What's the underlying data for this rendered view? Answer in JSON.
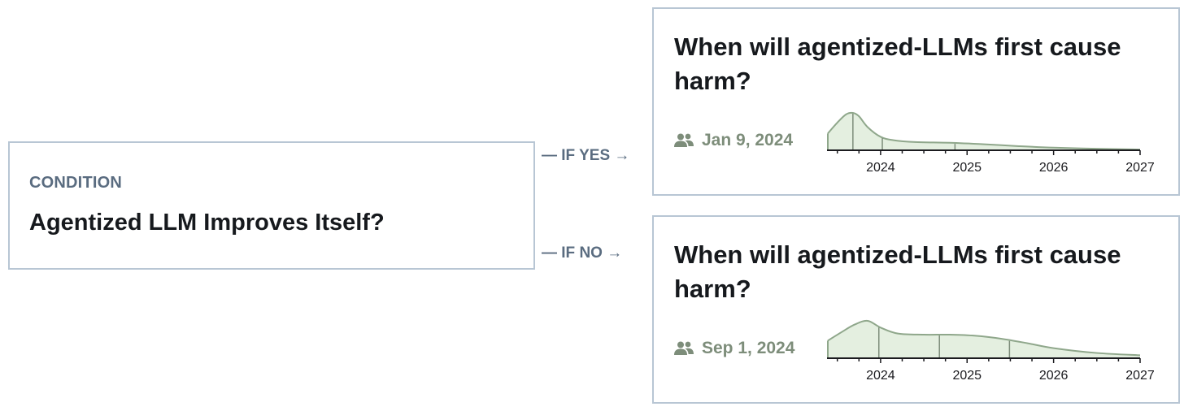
{
  "condition": {
    "label": "CONDITION",
    "title": "Agentized LLM Improves Itself?"
  },
  "branches": {
    "yes_label": "— IF YES →",
    "no_label": "— IF NO →"
  },
  "outcomes": [
    {
      "title": "When will agentized-LLMs first cause harm?",
      "forecast_icon": "people-icon",
      "forecast_value": "Jan 9, 2024",
      "chart_data": {
        "type": "area",
        "x_tick_labels": [
          "2024",
          "2025",
          "2026",
          "2027"
        ],
        "xlim": [
          2023.39,
          2027
        ],
        "x": [
          2023.39,
          2023.5,
          2023.6,
          2023.68,
          2023.75,
          2023.85,
          2024.0,
          2024.15,
          2024.4,
          2024.8,
          2025.2,
          2025.6,
          2026.0,
          2026.5,
          2027.0
        ],
        "density": [
          0.45,
          0.74,
          0.96,
          1.0,
          0.91,
          0.62,
          0.36,
          0.27,
          0.22,
          0.2,
          0.16,
          0.11,
          0.07,
          0.04,
          0.02
        ],
        "quantile_markers": [
          2023.68,
          2024.02,
          2024.86
        ],
        "fill_color": "#e4efe0",
        "line_color": "#8fa78b"
      }
    },
    {
      "title": "When will agentized-LLMs first cause harm?",
      "forecast_icon": "people-icon",
      "forecast_value": "Sep 1, 2024",
      "chart_data": {
        "type": "area",
        "x_tick_labels": [
          "2024",
          "2025",
          "2026",
          "2027"
        ],
        "xlim": [
          2023.39,
          2027
        ],
        "x": [
          2023.39,
          2023.55,
          2023.7,
          2023.85,
          2024.0,
          2024.2,
          2024.5,
          2024.8,
          2025.1,
          2025.4,
          2025.7,
          2026.0,
          2026.5,
          2027.0
        ],
        "density": [
          0.47,
          0.7,
          0.9,
          1.0,
          0.82,
          0.66,
          0.63,
          0.63,
          0.6,
          0.52,
          0.4,
          0.27,
          0.14,
          0.08
        ],
        "quantile_markers": [
          2023.98,
          2024.68,
          2025.49
        ],
        "fill_color": "#e4efe0",
        "line_color": "#8fa78b"
      }
    }
  ]
}
